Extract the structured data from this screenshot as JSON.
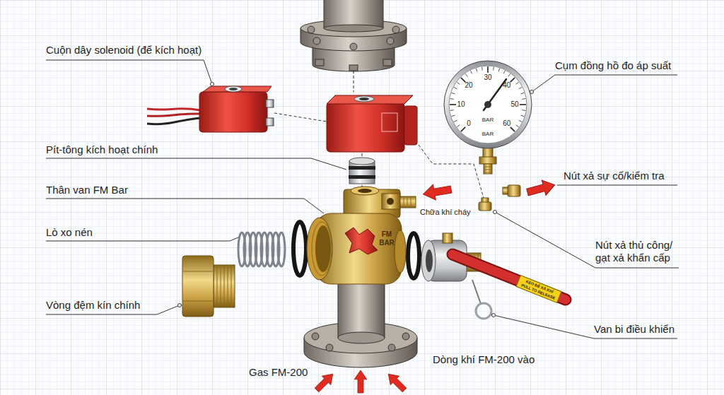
{
  "diagram": {
    "labels": [
      "Cuộn dây solenoid (để kích hoạt)",
      "Cụm đồng hồ đo áp suất",
      "0",
      "10",
      "20",
      "30",
      "40",
      "50",
      "60",
      "BAR",
      "BAR",
      "Pít-tông kích hoạt chính",
      "Nút xả sự cố/kiểm tra",
      "Thân van FM Bar",
      "Chữa khí cháy",
      "Lò xo nén",
      "FM BAR",
      "Nút xả thủ công/ gạt xả khẩn cấp",
      "KÉO ĐỂ XẢ KHÍ",
      "PULL TO RELEASE",
      "Vòng đệm kín chính",
      "Van bi điều khiển",
      "Dòng khí FM-200 vào",
      "Gas FM-200"
    ]
  }
}
